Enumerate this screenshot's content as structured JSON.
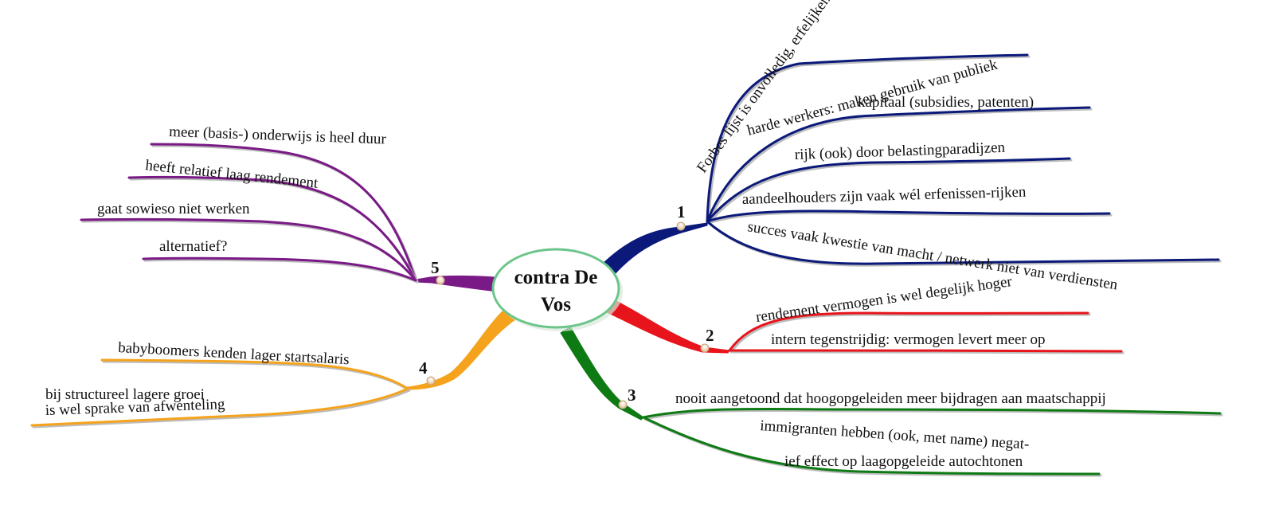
{
  "center": {
    "line1": "contra De",
    "line2": "Vos"
  },
  "colors": {
    "branch1": "#0b1a7a",
    "branch2": "#e8141b",
    "branch3": "#0e7a14",
    "branch4": "#f5a31c",
    "branch5": "#7a1a86",
    "center_fill": "#ffffff",
    "center_stroke": "#6cc58a"
  },
  "branches": [
    {
      "number": "1",
      "items": [
        "Forbes lijst is onvolledig, erfelijken buiten zicht",
        "harde werkers: maken gebruik van publiek",
        "kapitaal (subsidies, patenten)",
        "rijk (ook) door belastingparadijzen",
        "aandeelhouders zijn vaak wél erfenissen-rijken",
        "succes vaak kwestie van macht / netwerk niet van verdiensten"
      ]
    },
    {
      "number": "2",
      "items": [
        "rendement vermogen is wel degelijk hoger",
        "intern tegenstrijdig: vermogen levert meer op"
      ]
    },
    {
      "number": "3",
      "items": [
        "nooit aangetoond dat hoogopgeleiden meer bijdragen aan maatschappij",
        "immigranten hebben (ook, met name) negat-",
        "ief effect op laagopgeleide autochtonen"
      ]
    },
    {
      "number": "4",
      "items": [
        "babyboomers kenden lager startsalaris",
        "bij structureel lagere groei",
        "is wel sprake van afwenteling"
      ]
    },
    {
      "number": "5",
      "items": [
        "meer (basis-) onderwijs is heel duur",
        "heeft relatief laag rendement",
        "gaat sowieso niet werken",
        "alternatief?"
      ]
    }
  ]
}
